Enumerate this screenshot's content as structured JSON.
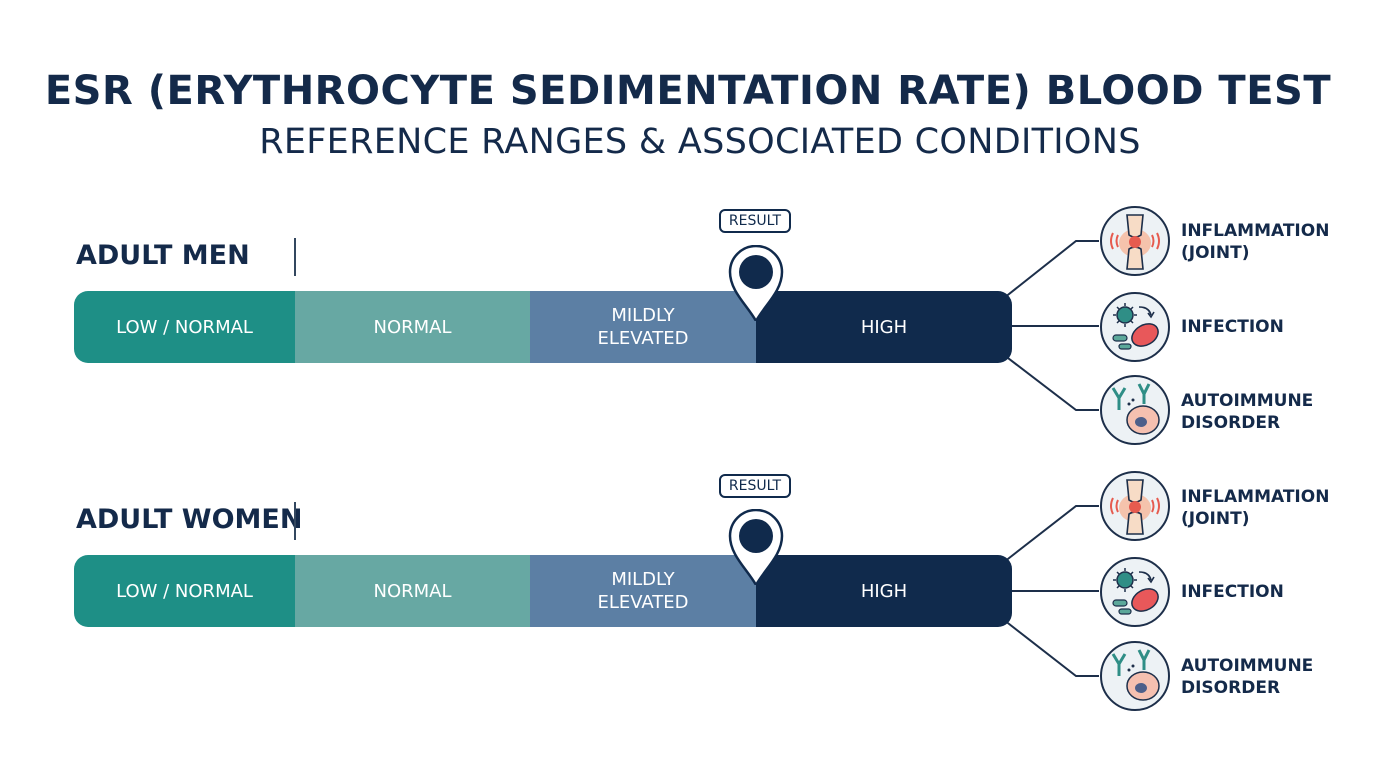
{
  "title": "ESR (ERYTHROCYTE SEDIMENTATION RATE) BLOOD TEST",
  "subtitle": "REFERENCE RANGES & ASSOCIATED CONDITIONS",
  "groups": [
    {
      "label": "ADULT MEN",
      "segments": [
        "LOW / NORMAL",
        "NORMAL",
        "MILDLY\nELEVATED",
        "HIGH"
      ],
      "result_label": "RESULT",
      "conditions": [
        {
          "label": "INFLAMMATION\n(JOINT)",
          "icon": "joint-icon"
        },
        {
          "label": "INFECTION",
          "icon": "infection-icon"
        },
        {
          "label": "AUTOIMMUNE\nDISORDER",
          "icon": "autoimmune-icon"
        }
      ]
    },
    {
      "label": "ADULT WOMEN",
      "segments": [
        "LOW / NORMAL",
        "NORMAL",
        "MILDLY\nELEVATED",
        "HIGH"
      ],
      "result_label": "RESULT",
      "conditions": [
        {
          "label": "INFLAMMATION\n(JOINT)",
          "icon": "joint-icon"
        },
        {
          "label": "INFECTION",
          "icon": "infection-icon"
        },
        {
          "label": "AUTOIMMUNE\nDISORDER",
          "icon": "autoimmune-icon"
        }
      ]
    }
  ],
  "colors": {
    "low_normal": "#1e8f86",
    "normal": "#67a8a3",
    "mildly_elevated": "#5c7fa4",
    "high": "#102a4c",
    "text": "#142a4a"
  }
}
